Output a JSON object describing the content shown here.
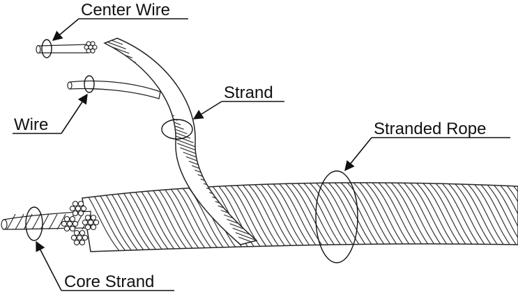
{
  "labels": {
    "center_wire": "Center Wire",
    "strand": "Strand",
    "wire": "Wire",
    "stranded_rope": "Stranded Rope",
    "core_strand": "Core Strand"
  },
  "colors": {
    "line": "#111111",
    "background": "#ffffff"
  }
}
